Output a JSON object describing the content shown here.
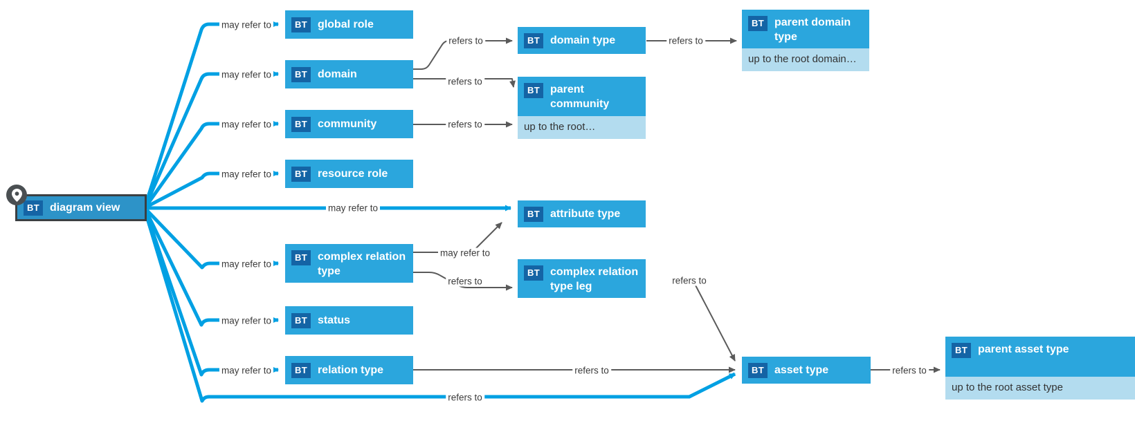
{
  "diagram": {
    "title": "diagram view",
    "type": "entity-relationship-diagram",
    "badge_text": "BT",
    "colors": {
      "node_fill": "#2ba6dd",
      "root_node_fill": "#2d93c8",
      "root_node_border": "#3b3f42",
      "badge_fill": "#1464a5",
      "node_footer_fill": "#b3dcef",
      "highlight_edge": "#00a0e3",
      "default_edge": "#5a5a5a",
      "label_text": "#3b3b3b",
      "pin_fill": "#4a4f52"
    }
  },
  "root": {
    "id": "diagram-view",
    "badge": "BT",
    "label": "diagram view",
    "pin_icon": "location-pin-icon"
  },
  "nodes": [
    {
      "id": "global-role",
      "badge": "BT",
      "label": "global role",
      "footer": null
    },
    {
      "id": "domain",
      "badge": "BT",
      "label": "domain",
      "footer": null
    },
    {
      "id": "community",
      "badge": "BT",
      "label": "community",
      "footer": null
    },
    {
      "id": "resource-role",
      "badge": "BT",
      "label": "resource role",
      "footer": null
    },
    {
      "id": "complex-relation-type",
      "badge": "BT",
      "label": "complex relation type",
      "footer": null
    },
    {
      "id": "status",
      "badge": "BT",
      "label": "status",
      "footer": null
    },
    {
      "id": "relation-type",
      "badge": "BT",
      "label": "relation type",
      "footer": null
    },
    {
      "id": "domain-type",
      "badge": "BT",
      "label": "domain type",
      "footer": null
    },
    {
      "id": "parent-community",
      "badge": "BT",
      "label": "parent community",
      "footer": "up to the root…"
    },
    {
      "id": "attribute-type",
      "badge": "BT",
      "label": "attribute type",
      "footer": null
    },
    {
      "id": "complex-relation-type-leg",
      "badge": "BT",
      "label": "complex relation type leg",
      "footer": null
    },
    {
      "id": "asset-type",
      "badge": "BT",
      "label": "asset type",
      "footer": null
    },
    {
      "id": "parent-domain-type",
      "badge": "BT",
      "label": "parent domain type",
      "footer": "up to the root domain…"
    },
    {
      "id": "parent-asset-type",
      "badge": "BT",
      "label": "parent asset type",
      "footer": "up to the root asset type"
    }
  ],
  "edges": [
    {
      "from": "diagram-view",
      "to": "global-role",
      "label": "may refer to",
      "style": "highlight"
    },
    {
      "from": "diagram-view",
      "to": "domain",
      "label": "may refer to",
      "style": "highlight"
    },
    {
      "from": "diagram-view",
      "to": "community",
      "label": "may refer to",
      "style": "highlight"
    },
    {
      "from": "diagram-view",
      "to": "resource-role",
      "label": "may refer to",
      "style": "highlight"
    },
    {
      "from": "diagram-view",
      "to": "attribute-type",
      "label": "may refer to",
      "style": "highlight"
    },
    {
      "from": "diagram-view",
      "to": "complex-relation-type",
      "label": "may refer to",
      "style": "highlight"
    },
    {
      "from": "diagram-view",
      "to": "status",
      "label": "may refer to",
      "style": "highlight"
    },
    {
      "from": "diagram-view",
      "to": "relation-type",
      "label": "may refer to",
      "style": "highlight"
    },
    {
      "from": "diagram-view",
      "to": "asset-type",
      "label": "refers to",
      "style": "highlight"
    },
    {
      "from": "domain",
      "to": "domain-type",
      "label": "refers to",
      "style": "default"
    },
    {
      "from": "domain",
      "to": "parent-community",
      "label": "refers to",
      "style": "default"
    },
    {
      "from": "community",
      "to": "parent-community",
      "label": "refers to",
      "style": "default"
    },
    {
      "from": "domain-type",
      "to": "parent-domain-type",
      "label": "refers to",
      "style": "default"
    },
    {
      "from": "complex-relation-type",
      "to": "attribute-type",
      "label": "may refer to",
      "style": "default"
    },
    {
      "from": "complex-relation-type",
      "to": "complex-relation-type-leg",
      "label": "refers to",
      "style": "default"
    },
    {
      "from": "complex-relation-type-leg",
      "to": "asset-type",
      "label": "refers to",
      "style": "default"
    },
    {
      "from": "relation-type",
      "to": "asset-type",
      "label": "refers to",
      "style": "default"
    },
    {
      "from": "asset-type",
      "to": "parent-asset-type",
      "label": "refers to",
      "style": "default"
    }
  ],
  "edge_labels": {
    "may_refer_to": "may refer to",
    "refers_to": "refers to"
  }
}
